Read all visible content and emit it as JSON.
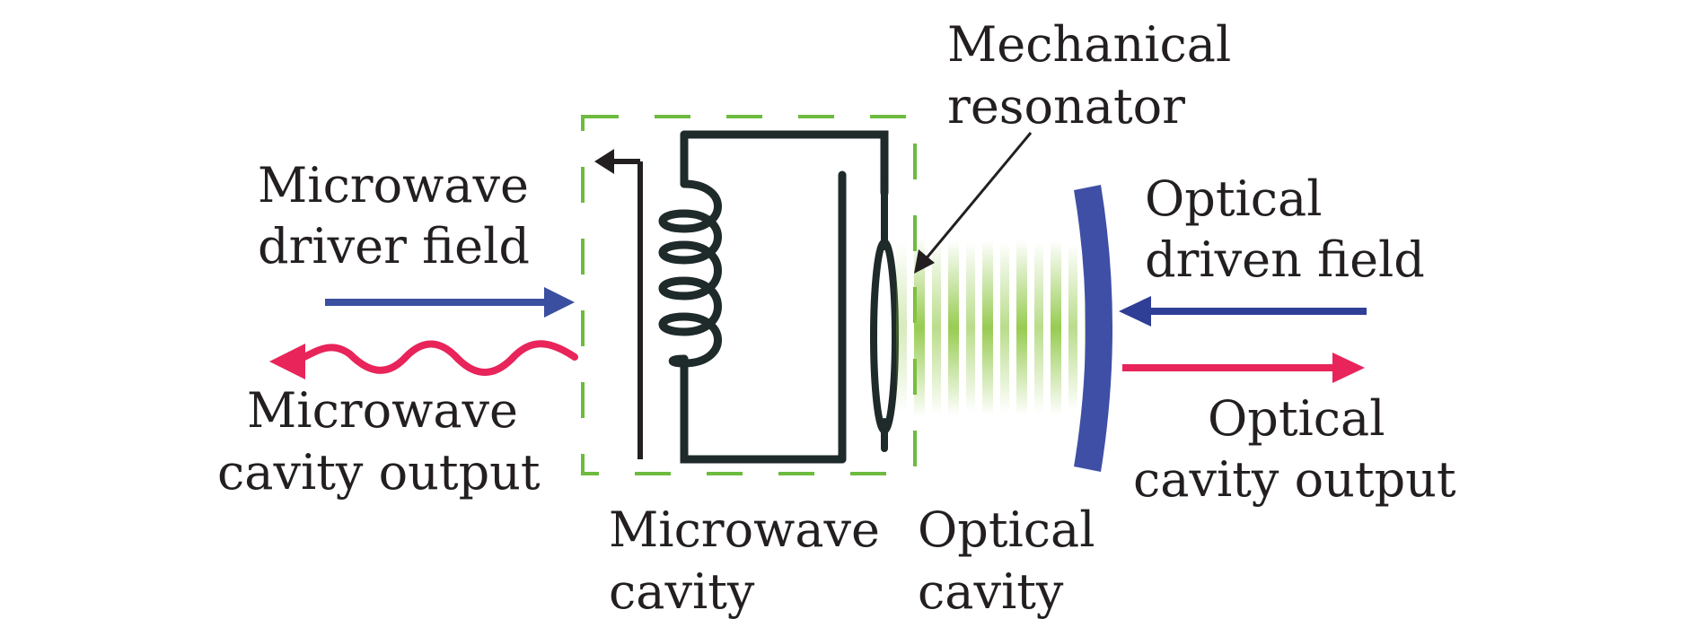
{
  "labels": {
    "mechanical_line1": "Mechanical",
    "mechanical_line2": "resonator",
    "mw_driver_line1": "Microwave",
    "mw_driver_line2": "driver field",
    "opt_driven_line1": "Optical",
    "opt_driven_line2": "driven field",
    "mw_output_line1": "Microwave",
    "mw_output_line2": "cavity output",
    "opt_output_line1": "Optical",
    "opt_output_line2": "cavity output",
    "mw_cavity_line1": "Microwave",
    "mw_cavity_line2": "cavity",
    "opt_cavity_line1": "Optical",
    "opt_cavity_line2": "cavity"
  },
  "colors": {
    "ink": "#231f20",
    "drive_blue": "#3a4fa0",
    "output_red": "#e8245a",
    "mirror_blue": "#3f4fa6",
    "dashed_box_green": "#6dbb3f",
    "optical_field_green": "#8cc63f"
  }
}
